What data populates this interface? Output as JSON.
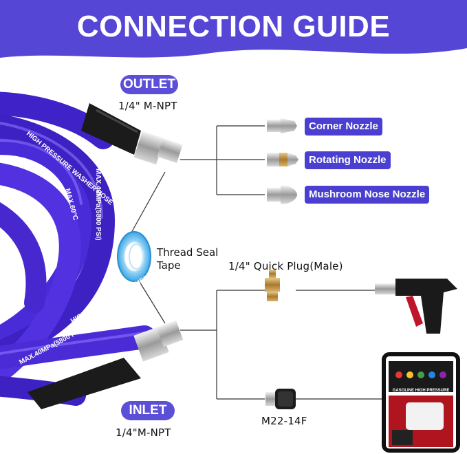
{
  "banner": {
    "title": "CONNECTION GUIDE"
  },
  "outlet": {
    "label": "OUTLET",
    "spec": "1/4\" M-NPT"
  },
  "inlet": {
    "label": "INLET",
    "spec": "1/4\"M-NPT"
  },
  "nozzles": [
    {
      "label": "Corner Nozzle"
    },
    {
      "label": "Rotating Nozzle"
    },
    {
      "label": "Mushroom Nose Nozzle"
    }
  ],
  "tape": {
    "line1": "Thread Seal",
    "line2": "Tape"
  },
  "quick_plug": {
    "label": "1/4\" Quick Plug(Male)"
  },
  "m22": {
    "label": "M22-14F"
  },
  "hose_text": {
    "a": "HIGH PRESSURE WASHER HOSE",
    "b": "MAX.40MPa(5800 PSI)",
    "c": "MAX.60°C"
  },
  "washer": {
    "brand": "GASOLINE HIGH PRESSURE WASHER"
  },
  "colors": {
    "brand_purple": "#5b4fd8",
    "hose": "#4b2fd6",
    "banner": "#5546d6"
  }
}
